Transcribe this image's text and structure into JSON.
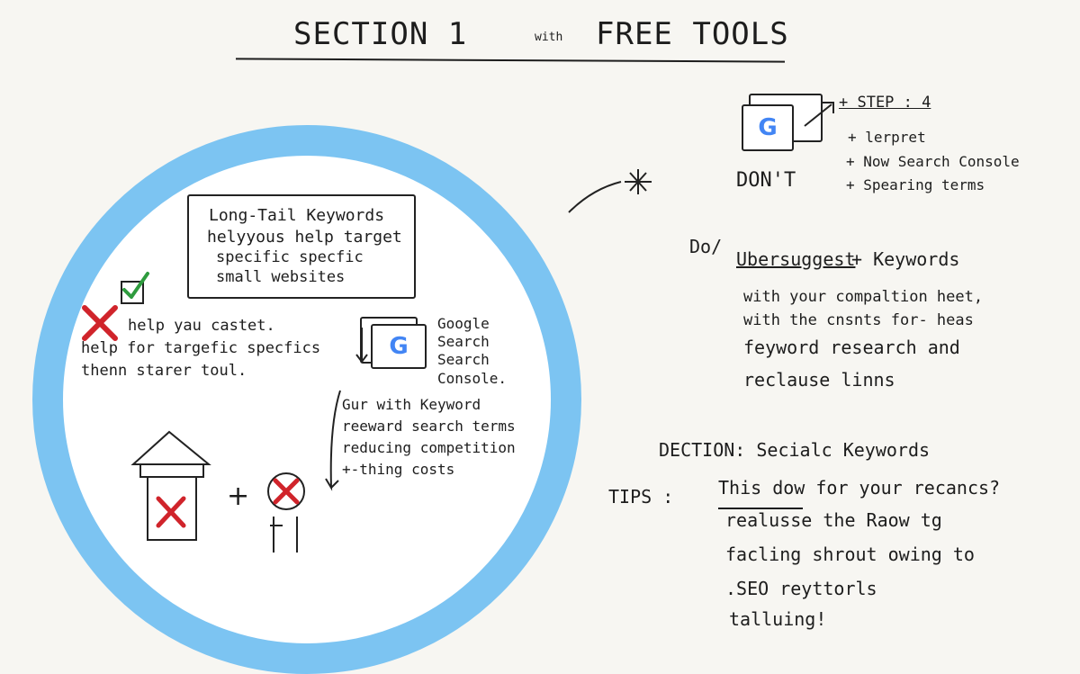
{
  "header": {
    "title": "SECTION 1",
    "with": "with",
    "subtitle": "FREE TOOLS"
  },
  "circle": {
    "longtail_box": [
      "Long-Tail Keywords",
      "helyyous help target",
      "specific specfic",
      "small websites"
    ],
    "cross_lines": [
      "help yau castet.",
      "help for targefic specfics",
      "thenn starer toul."
    ],
    "gsc_label": [
      "Google",
      "Search",
      "Search",
      "Console."
    ],
    "reward_lines": [
      "Gur with Keyword",
      "reeward search terms",
      "reducing competition",
      "+-thing costs"
    ],
    "plus": "+"
  },
  "right": {
    "steps": [
      "+ STEP : 4",
      "+ lerpret",
      "+ Now Search Console",
      "+ Spearing terms"
    ],
    "dont": "DON'T",
    "do_label": "Do/",
    "ubersuggest": "Ubersuggest",
    "keywords": "+ Keywords",
    "do_lines": [
      "with your compaltion heet,",
      "with the cnsnts for- heas",
      "feyword research and",
      "reclause linns"
    ],
    "dection": "DECTION: Secialc Keywords",
    "tips_label": "TIPS :",
    "tips_lines": [
      "This dow for your recancs?",
      "realusse the Raow tg",
      "facling shrout owing to",
      ".SEO reyttorls",
      "talluing!"
    ]
  },
  "google_letter": "G",
  "colors": {
    "ring": "#7cc4f2",
    "cross": "#d0242b",
    "check": "#2e9b3e"
  }
}
